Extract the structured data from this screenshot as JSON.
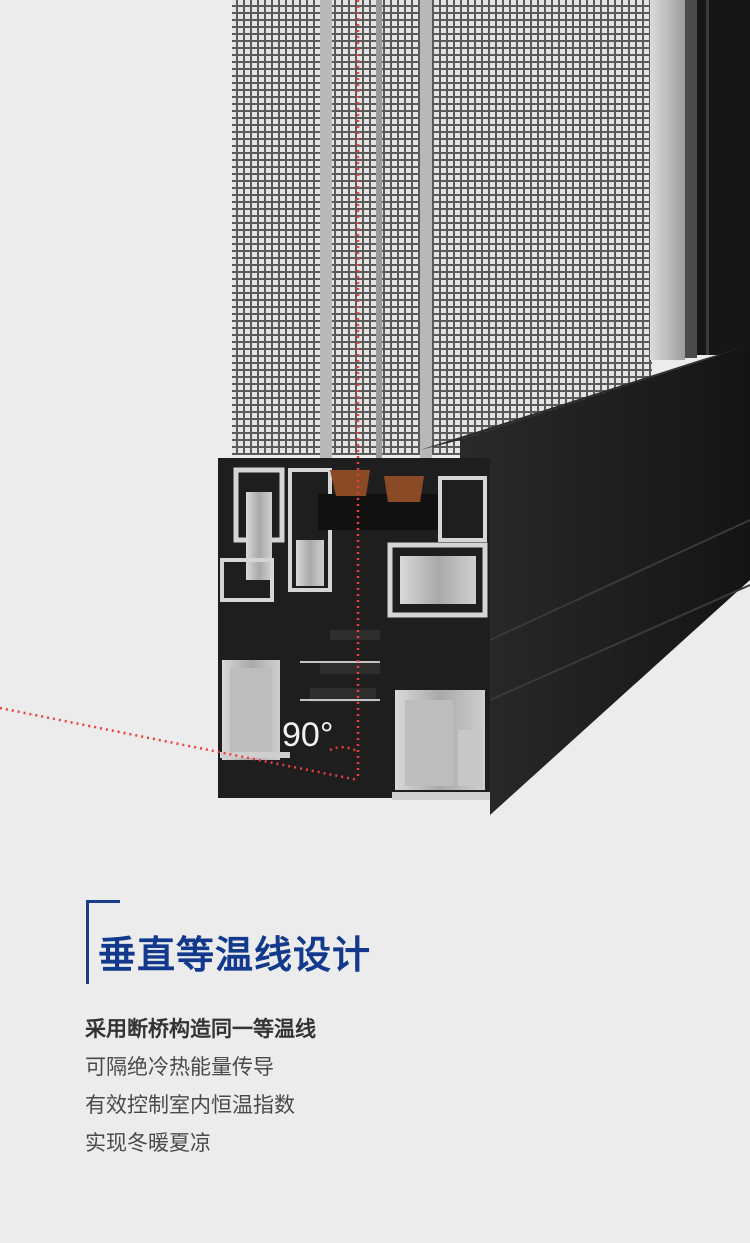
{
  "angle_label": "90°",
  "title": "垂直等温线设计",
  "description": [
    "采用断桥构造同一等温线",
    "可隔绝冷热能量传导",
    "有效控制室内恒温指数",
    "实现冬暖夏凉"
  ],
  "colors": {
    "background": "#ececec",
    "frame_dark": "#1f1f1f",
    "aluminum": "#c9c9c9",
    "glass_mesh": "#5a5a5a",
    "seal_brown": "#8a4a25",
    "dotted_line": "#e8403a",
    "title_blue": "#13398c",
    "bracket_blue": "#1a3d8a",
    "text": "#4a4a4a"
  }
}
